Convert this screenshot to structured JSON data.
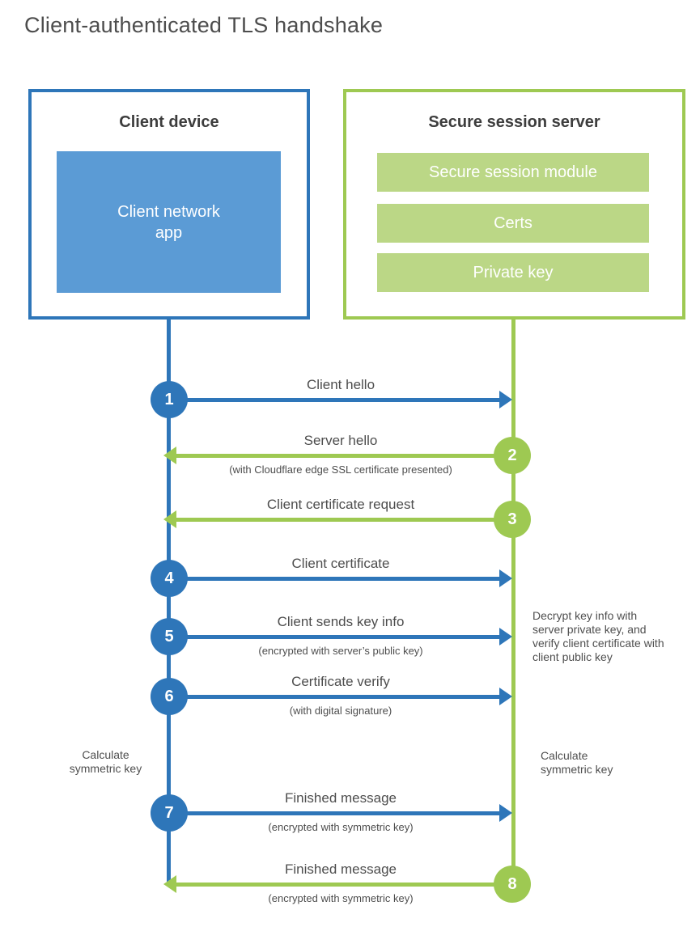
{
  "page": {
    "title": "Client-authenticated TLS handshake"
  },
  "colors": {
    "blue": "#2E76B9",
    "blue_light": "#5B9BD5",
    "green": "#9EC952",
    "green_light": "#BBD786"
  },
  "client_box": {
    "title": "Client device",
    "app_label": "Client network app"
  },
  "server_box": {
    "title": "Secure session server",
    "modules": [
      "Secure session module",
      "Certs",
      "Private key"
    ]
  },
  "steps": [
    {
      "num": "1",
      "dir": "right",
      "color": "blue",
      "label": "Client hello",
      "sub": ""
    },
    {
      "num": "2",
      "dir": "left",
      "color": "green",
      "label": "Server hello",
      "sub": "(with Cloudflare edge SSL certificate presented)"
    },
    {
      "num": "3",
      "dir": "left",
      "color": "green",
      "label": "Client certificate request",
      "sub": ""
    },
    {
      "num": "4",
      "dir": "right",
      "color": "blue",
      "label": "Client certificate",
      "sub": ""
    },
    {
      "num": "5",
      "dir": "right",
      "color": "blue",
      "label": "Client sends key info",
      "sub": "(encrypted with server’s public key)"
    },
    {
      "num": "6",
      "dir": "right",
      "color": "blue",
      "label": "Certificate verify",
      "sub": "(with digital signature)"
    },
    {
      "num": "7",
      "dir": "right",
      "color": "blue",
      "label": "Finished message",
      "sub": "(encrypted with symmetric key)"
    },
    {
      "num": "8",
      "dir": "left",
      "color": "green",
      "label": "Finished message",
      "sub": "(encrypted with symmetric key)"
    }
  ],
  "notes": {
    "decrypt": "Decrypt key info with server private key, and verify client certificate with client public key",
    "calc_left": "Calculate symmetric key",
    "calc_right": "Calculate symmetric key"
  }
}
